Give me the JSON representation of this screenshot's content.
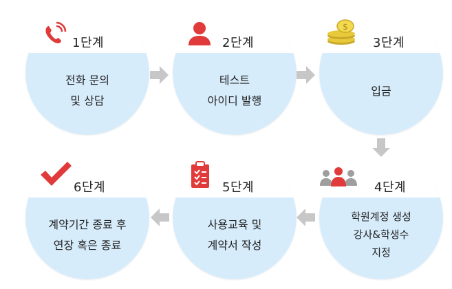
{
  "steps": [
    {
      "label": "1단계",
      "lines": [
        "전화 문의",
        "및 상담"
      ],
      "icon": "phone-icon"
    },
    {
      "label": "2단계",
      "lines": [
        "테스트",
        "아이디 발행"
      ],
      "icon": "person-icon"
    },
    {
      "label": "3단계",
      "lines": [
        "입금"
      ],
      "icon": "coins-icon"
    },
    {
      "label": "4단계",
      "lines": [
        "학원계정 생성",
        "강사&학생수",
        "지정"
      ],
      "icon": "group-icon"
    },
    {
      "label": "5단계",
      "lines": [
        "사용교육 및",
        "계약서 작성"
      ],
      "icon": "clipboard-icon"
    },
    {
      "label": "6단계",
      "lines": [
        "계약기간 종료 후",
        "연장 혹은 종료"
      ],
      "icon": "checkmark-icon"
    }
  ],
  "colors": {
    "accent": "#e03a3a",
    "circle_fill": "#d7ecfb",
    "arrow": "#c7c7c7",
    "coin": "#e7c93a"
  }
}
